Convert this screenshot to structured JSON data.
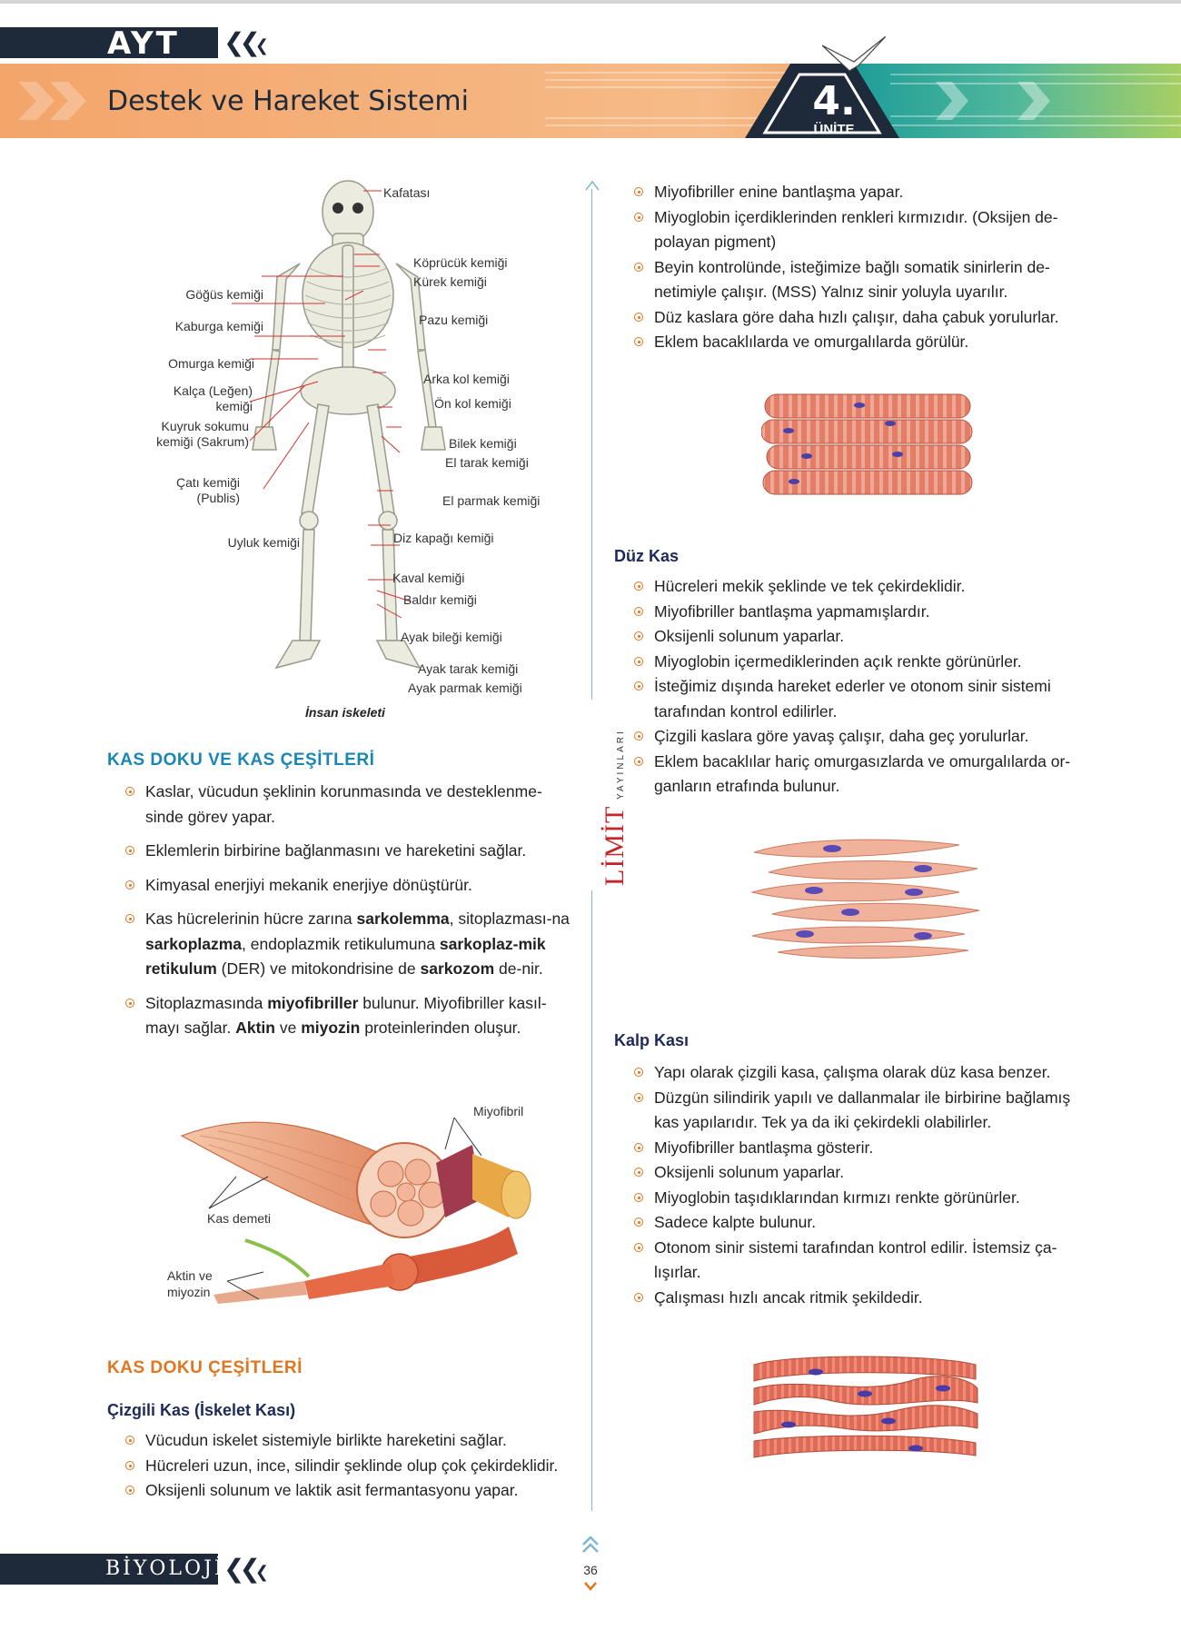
{
  "header": {
    "exam": "AYT",
    "unit_title": "Destek ve Hareket Sistemi",
    "unit_number": "4.",
    "unit_word": "ÜNİTE"
  },
  "skeleton": {
    "labels_left": [
      "Göğüs kemiği",
      "Kaburga kemiği",
      "Omurga kemiği",
      "Kalça (Leğen)",
      "kemiği",
      "Kuyruk sokumu",
      "kemiği (Sakrum)",
      "Çatı kemiği",
      "(Publis)",
      "Uyluk kemiği"
    ],
    "labels_right": [
      "Kafatası",
      "Köprücük kemiği",
      "Kürek kemiği",
      "Pazu kemiği",
      "Arka kol kemiği",
      "Ön kol kemiği",
      "Bilek kemiği",
      "El tarak kemiği",
      "El parmak kemiği",
      "Diz kapağı kemiği",
      "Kaval kemiği",
      "Baldır kemiği",
      "Ayak bileği kemiği",
      "Ayak tarak kemiği",
      "Ayak parmak kemiği"
    ],
    "caption": "İnsan iskeleti"
  },
  "kas_doku": {
    "heading": "KAS DOKU VE KAS ÇEŞİTLERİ",
    "items": [
      "Kaslar, vücudun şeklinin korunmasında ve desteklenme-sinde görev yapar.",
      "Eklemlerin birbirine bağlanmasını ve hareketini sağlar.",
      "Kimyasal enerjiyi mekanik enerjiye dönüştürür."
    ],
    "item4": {
      "t1": "Kas hücrelerinin hücre zarına ",
      "b1": "sarkolemma",
      "t2": ", sitoplazması-na ",
      "b2": "sarkoplazma",
      "t3": ", endoplazmik retikulumuna ",
      "b3": "sarkoplaz-mik retikulum",
      "t4": " (DER) ve mitokondrisine de ",
      "b4": "sarkozom",
      "t5": " de-nir."
    },
    "item5": {
      "t1": "Sitoplazmasında ",
      "b1": "miyofibriller",
      "t2": " bulunur. Miyofibriller kasıl-mayı sağlar. ",
      "b2": "Aktin",
      "t3": " ve ",
      "b3": "miyozin",
      "t4": " proteinlerinden oluşur."
    }
  },
  "muscle_figure": {
    "miyofibril": "Miyofibril",
    "kas_demeti": "Kas demeti",
    "aktin_1": "Aktin ve",
    "aktin_2": "miyozin"
  },
  "kas_cesitleri": {
    "heading": "KAS DOKU ÇEŞİTLERİ",
    "cizgili_title": "Çizgili Kas (İskelet Kası)",
    "cizgili_items_left": [
      "Vücudun iskelet sistemiyle birlikte hareketini sağlar.",
      "Hücreleri uzun, ince, silindir şeklinde olup çok çekirdeklidir.",
      "Oksijenli solunum ve laktik asit fermantasyonu yapar."
    ],
    "cizgili_items_right": [
      "Miyofibriller enine bantlaşma yapar.",
      "Miyoglobin içerdiklerinden renkleri kırmızıdır. (Oksijen de-polayan pigment)",
      "Beyin kontrolünde, isteğimize bağlı somatik sinirlerin de-netimiyle çalışır. (MSS) Yalnız sinir yoluyla uyarılır.",
      "Düz kaslara göre daha hızlı çalışır, daha çabuk yorulurlar.",
      "Eklem bacaklılarda ve omurgalılarda görülür."
    ],
    "duz_title": "Düz Kas",
    "duz_items": [
      "Hücreleri mekik şeklinde ve tek çekirdeklidir.",
      "Miyofibriller bantlaşma yapmamışlardır.",
      "Oksijenli solunum yaparlar.",
      "Miyoglobin içermediklerinden açık renkte görünürler.",
      "İsteğimiz dışında hareket ederler ve otonom sinir sistemi tarafından kontrol edilirler.",
      "Çizgili kaslara göre yavaş çalışır, daha geç yorulurlar.",
      "Eklem bacaklılar hariç omurgasızlarda ve omurgalılarda or-ganların etrafında bulunur."
    ],
    "kalp_title": "Kalp Kası",
    "kalp_items": [
      "Yapı olarak çizgili kasa, çalışma olarak düz kasa benzer.",
      "Düzgün silindirik yapılı ve dallanmalar ile birbirine bağlamış kas yapılarıdır. Tek ya da iki çekirdekli olabilirler.",
      "Miyofibriller bantlaşma gösterir.",
      "Oksijenli solunum yaparlar.",
      "Miyoglobin taşıdıklarından kırmızı renkte görünürler.",
      "Sadece kalpte bulunur.",
      "Otonom sinir sistemi tarafından kontrol edilir. İstemsiz ça-lışırlar.",
      "Çalışması hızlı ancak ritmik şekildedir."
    ]
  },
  "publisher": {
    "name": "LİMİT",
    "sub": "YAYINLARI"
  },
  "footer": {
    "subject": "BİYOLOJİ",
    "page": "36"
  },
  "colors": {
    "navy": "#1e2a3a",
    "orange": "#e0761f",
    "blue": "#1a86b3",
    "red": "#c4252b",
    "teal": "#2aa39a"
  }
}
